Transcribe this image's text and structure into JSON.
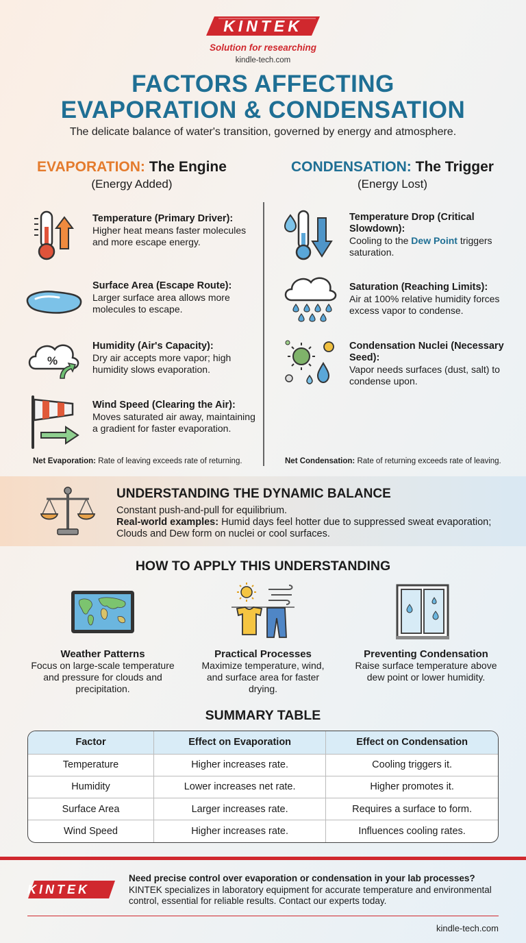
{
  "header": {
    "brand": "KINTEK",
    "tagline": "Solution for researching",
    "site": "kindle-tech.com",
    "title_line1": "FACTORS AFFECTING",
    "title_line2": "EVAPORATION & CONDENSATION",
    "subtitle": "The delicate balance of water's transition, governed by energy and atmosphere."
  },
  "evaporation": {
    "keyword": "EVAPORATION:",
    "heading": "The Engine",
    "subheading": "(Energy Added)",
    "factors": [
      {
        "title": "Temperature (Primary Driver):",
        "desc": "Higher heat means faster molecules and more escape energy.",
        "icon": "thermometer-up-icon"
      },
      {
        "title": "Surface Area (Escape Route):",
        "desc": "Larger surface area allows more molecules to escape.",
        "icon": "puddle-icon"
      },
      {
        "title": "Humidity (Air's Capacity):",
        "desc": "Dry air accepts more vapor; high humidity slows evaporation.",
        "icon": "humidity-cloud-icon"
      },
      {
        "title": "Wind Speed (Clearing the Air):",
        "desc": "Moves saturated air away, maintaining a gradient for faster evaporation.",
        "icon": "windsock-icon"
      }
    ],
    "net_label": "Net Evaporation:",
    "net_text": "Rate of leaving exceeds rate of returning."
  },
  "condensation": {
    "keyword": "CONDENSATION:",
    "heading": "The Trigger",
    "subheading": "(Energy Lost)",
    "factors": [
      {
        "title": "Temperature Drop (Critical Slowdown):",
        "desc_pre": "Cooling to the ",
        "desc_highlight": "Dew Point",
        "desc_post": " triggers saturation.",
        "icon": "thermometer-down-icon"
      },
      {
        "title": "Saturation (Reaching Limits):",
        "desc": "Air at 100% relative humidity forces excess vapor to condense.",
        "icon": "rain-cloud-icon"
      },
      {
        "title": "Condensation Nuclei (Necessary Seed):",
        "desc": "Vapor needs surfaces (dust, salt) to condense upon.",
        "icon": "nuclei-icon"
      }
    ],
    "net_label": "Net Condensation:",
    "net_text": "Rate of returning exceeds rate of leaving."
  },
  "balance": {
    "title": "UNDERSTANDING THE DYNAMIC BALANCE",
    "line1": "Constant push-and-pull for equilibrium.",
    "examples_label": "Real-world examples:",
    "examples_text": "Humid days feel hotter due to suppressed sweat evaporation; Clouds and Dew form on nuclei or cool surfaces."
  },
  "apply": {
    "title": "HOW TO APPLY THIS UNDERSTANDING",
    "items": [
      {
        "heading": "Weather Patterns",
        "desc": "Focus on large-scale temperature and pressure for clouds and precipitation."
      },
      {
        "heading": "Practical Processes",
        "desc": "Maximize temperature, wind, and surface area for faster drying."
      },
      {
        "heading": "Preventing Condensation",
        "desc": "Raise surface temperature above dew point or lower humidity."
      }
    ]
  },
  "summary": {
    "title": "SUMMARY TABLE",
    "columns": [
      "Factor",
      "Effect on Evaporation",
      "Effect on Condensation"
    ],
    "rows": [
      [
        "Temperature",
        "Higher increases rate.",
        "Cooling triggers it."
      ],
      [
        "Humidity",
        "Lower increases net rate.",
        "Higher promotes it."
      ],
      [
        "Surface Area",
        "Larger increases rate.",
        "Requires a surface to form."
      ],
      [
        "Wind Speed",
        "Higher increases rate.",
        "Influences cooling rates."
      ]
    ]
  },
  "footer": {
    "brand": "KINTEK",
    "question": "Need precise control over evaporation or condensation in your lab processes?",
    "text": "KINTEK specializes in laboratory equipment for accurate temperature and environmental control, essential for reliable results. Contact our experts today.",
    "site": "kindle-tech.com"
  },
  "colors": {
    "brand_red": "#d0282e",
    "title_blue": "#1f6f94",
    "evap_orange": "#e47b2d"
  }
}
